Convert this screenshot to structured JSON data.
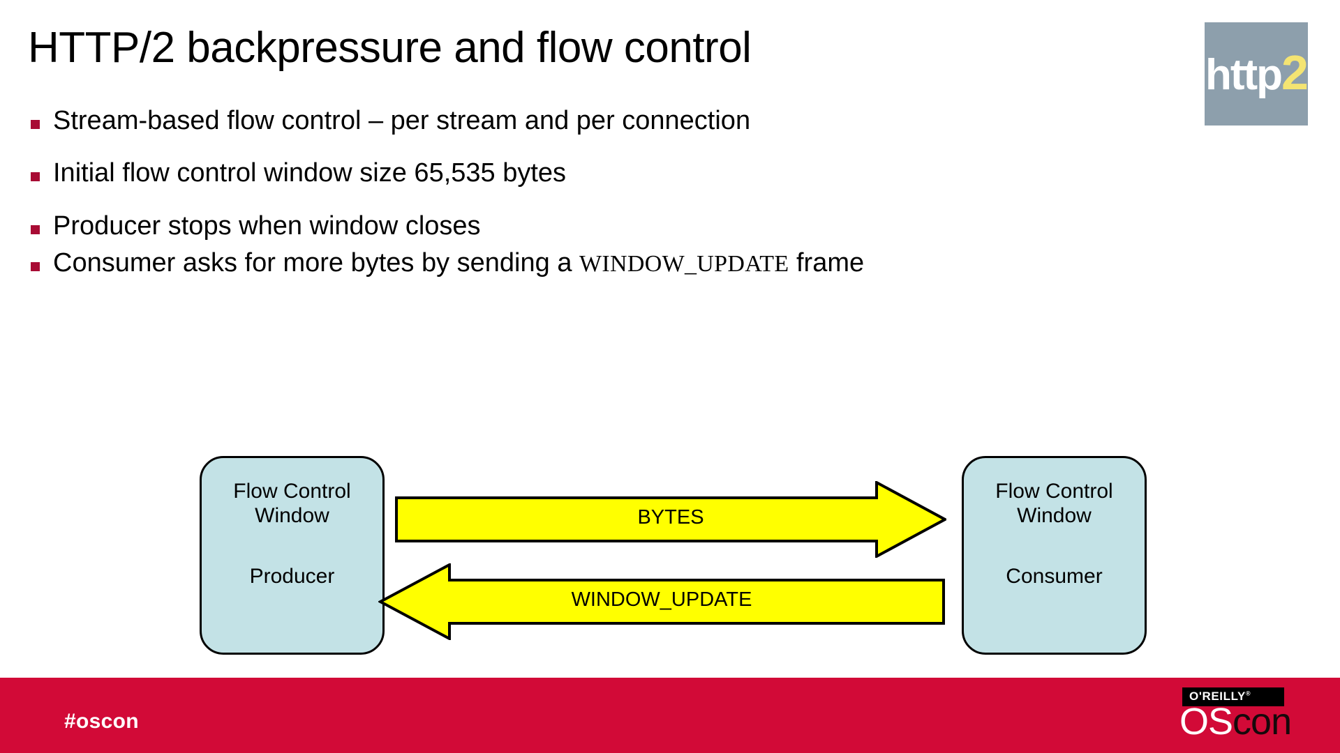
{
  "slide": {
    "title": "HTTP/2 backpressure and flow control",
    "background_color": "#ffffff"
  },
  "logo": {
    "name": "http2-logo",
    "text_primary": "http",
    "text_accent": "2",
    "background_color": "#8d9fac",
    "primary_color": "#ffffff",
    "accent_color": "#f4e472"
  },
  "bullets": {
    "marker_color": "#a80b34",
    "items": [
      {
        "text": "Stream-based flow control – per stream and per connection"
      },
      {
        "text": "Initial flow control window size 65,535 bytes"
      },
      {
        "text": "Producer stops when window closes"
      },
      {
        "text_before": "Consumer asks for more bytes by sending a ",
        "code": "WINDOW_UPDATE",
        "text_after": " frame"
      }
    ]
  },
  "diagram": {
    "box_fill_color": "#c3e2e6",
    "box_border_color": "#000000",
    "arrow_fill_color": "#ffff00",
    "arrow_border_color": "#000000",
    "left_node": {
      "title": "Flow Control Window",
      "title_line1": "Flow Control",
      "title_line2": "Window",
      "role": "Producer"
    },
    "right_node": {
      "title": "Flow Control Window",
      "title_line1": "Flow Control",
      "title_line2": "Window",
      "role": "Consumer"
    },
    "arrows": [
      {
        "label": "BYTES",
        "direction": "right"
      },
      {
        "label": "WINDOW_UPDATE",
        "direction": "left"
      }
    ]
  },
  "footer": {
    "background_color": "#d20a37",
    "hashtag": "#oscon",
    "brand": {
      "publisher": "O'REILLY",
      "publisher_mark": "®",
      "event_part1": "OS",
      "event_part2": "con"
    }
  }
}
